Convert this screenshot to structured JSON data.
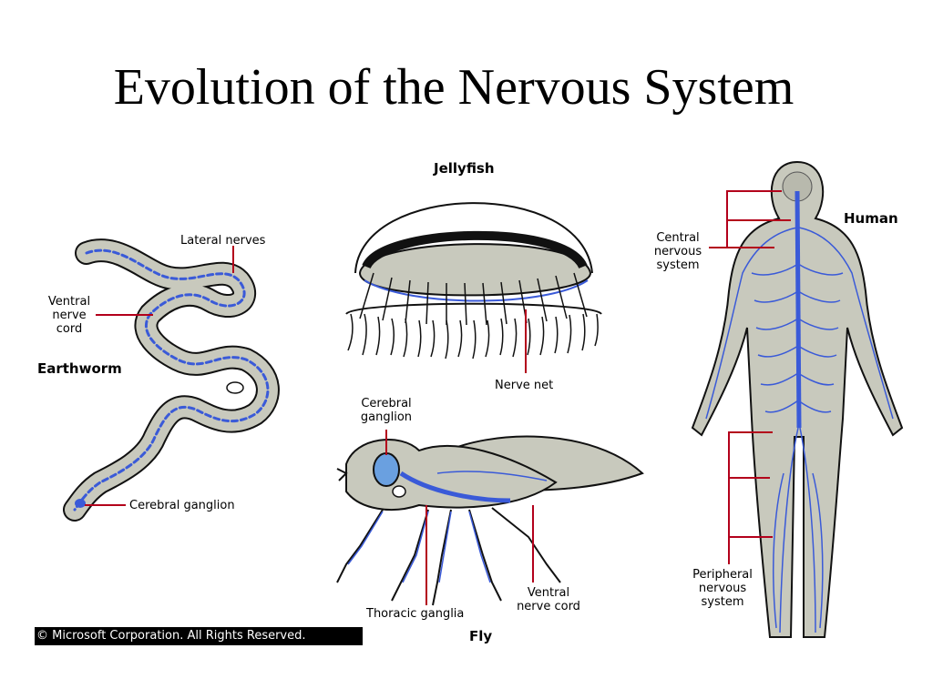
{
  "title": "Evolution of the Nervous System",
  "colors": {
    "body_fill": "#c8c9bd",
    "nerve": "#3a5ad8",
    "leader_line": "#b3001b",
    "outline": "#111111"
  },
  "earthworm": {
    "name": "Earthworm",
    "labels": {
      "lateral_nerves": "Lateral nerves",
      "ventral_nerve_cord": [
        "Ventral",
        "nerve",
        "cord"
      ],
      "cerebral_ganglion": "Cerebral ganglion"
    }
  },
  "jellyfish": {
    "name": "Jellyfish",
    "labels": {
      "nerve_net": "Nerve net"
    }
  },
  "fly": {
    "name": "Fly",
    "labels": {
      "cerebral_ganglion": [
        "Cerebral",
        "ganglion"
      ],
      "thoracic_ganglia": "Thoracic ganglia",
      "ventral_nerve_cord": [
        "Ventral",
        "nerve cord"
      ]
    }
  },
  "human": {
    "name": "Human",
    "labels": {
      "central_nervous_system": [
        "Central",
        "nervous",
        "system"
      ],
      "peripheral_nervous_system": [
        "Peripheral",
        "nervous",
        "system"
      ]
    }
  },
  "copyright": "© Microsoft Corporation. All Rights Reserved."
}
